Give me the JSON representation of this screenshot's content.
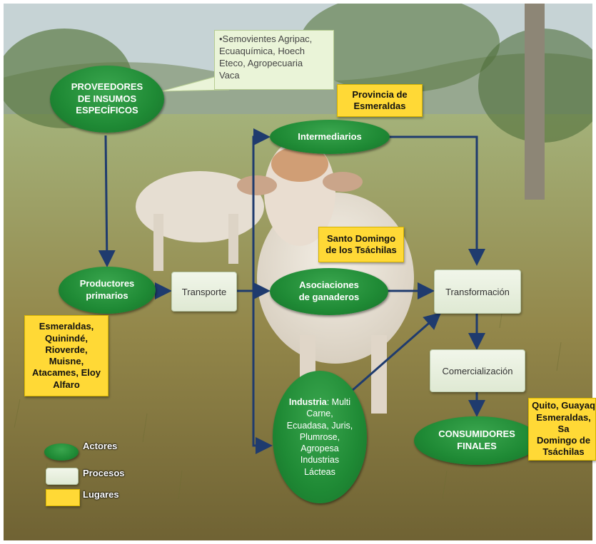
{
  "actors": {
    "proveedores": "PROVEEDORES\nDE INSUMOS\nESPECÍFICOS",
    "productores": "Productores\nprimarios",
    "intermediarios": "Intermediarios",
    "asociaciones": "Asociaciones\nde ganaderos",
    "industria_title": "Industria",
    "industria_body": ": Multi\nCarne,\nEcuadasa, Juris,\nPlumrose,\nAgropesa\nIndustrias\nLácteas",
    "consumidores": "CONSUMIDORES\nFINALES"
  },
  "processes": {
    "transporte": "Transporte",
    "transformacion": "Transformación",
    "comercializacion": "Comercialización"
  },
  "places": {
    "provincia": "Provincia de\nEsmeraldas",
    "santo_domingo": "Santo Domingo\nde los Tsáchilas",
    "esmeraldas_list": "Esmeraldas,\nQuinindé,\nRioverde,\nMuisne,\nAtacames, Eloy\nAlfaro",
    "quito_list": "Quito, Guayaq\nEsmeraldas, Sa\nDomingo de\nTsáchilas"
  },
  "callout": "•Semovientes Agripac,\nEcuaquímica, Hoech\nEteco, Agropecuaria\nVaca",
  "legend": {
    "actores": "Actores",
    "procesos": "Procesos",
    "lugares": "Lugares"
  },
  "colors": {
    "actor_green": "#1f8a35",
    "process_fill": "#e4edd9",
    "place_yellow": "#ffd936",
    "arrow": "#1f3b6e"
  }
}
